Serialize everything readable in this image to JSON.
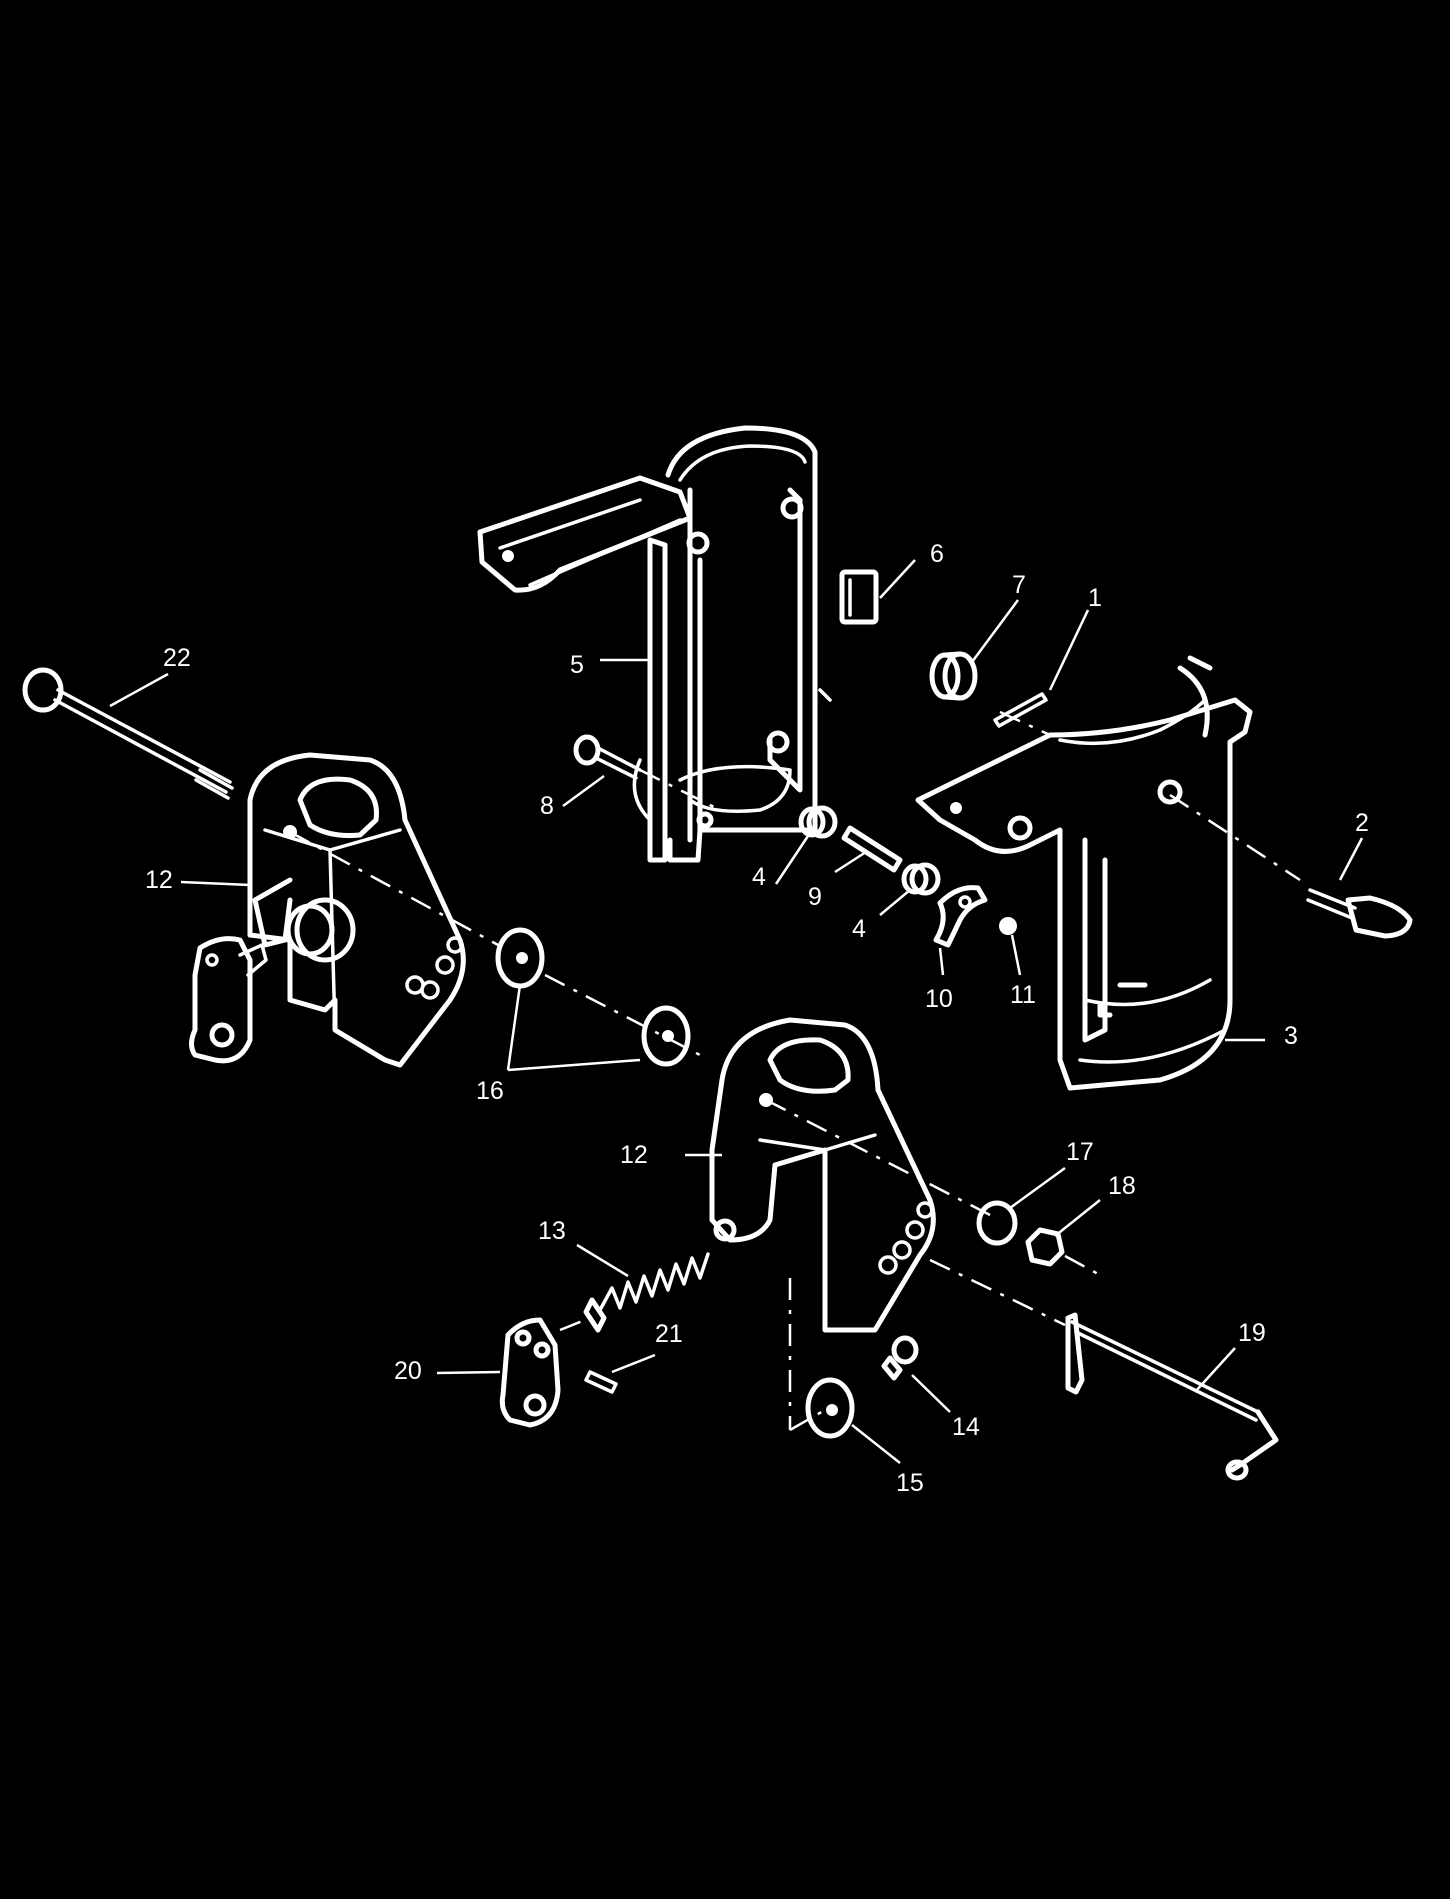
{
  "callouts": {
    "c1": "1",
    "c2": "2",
    "c3": "3",
    "c4a": "4",
    "c4b": "4",
    "c5": "5",
    "c6": "6",
    "c7": "7",
    "c8": "8",
    "c9": "9",
    "c10": "10",
    "c11": "11",
    "c12a": "12",
    "c12b": "12",
    "c13": "13",
    "c14": "14",
    "c15": "15",
    "c16": "16",
    "c17": "17",
    "c18": "18",
    "c19": "19",
    "c20": "20",
    "c21": "21",
    "c22": "22"
  },
  "colors": {
    "background": "#000000",
    "line": "#ffffff"
  }
}
